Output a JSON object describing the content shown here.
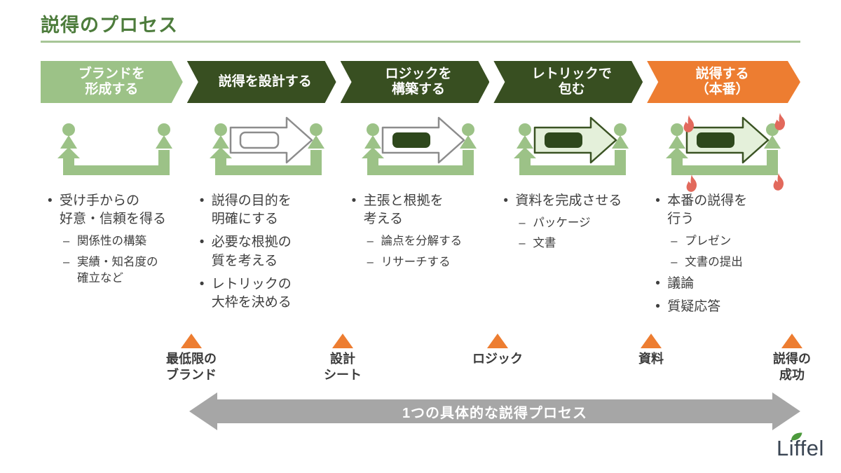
{
  "title": "説得のプロセス",
  "stages": [
    {
      "label": "ブランドを\n形成する",
      "icon": "two-people-feedback-loop-icon",
      "items": [
        {
          "kind": "bullet",
          "text": "受け手からの\n好意・信頼を得る"
        },
        {
          "kind": "dash",
          "text": "関係性の構築"
        },
        {
          "kind": "dash",
          "text": "実績・知名度の\n確立など"
        }
      ]
    },
    {
      "label": "説得を設計する",
      "icon": "empty-sheet-arrow-icon",
      "items": [
        {
          "kind": "bullet",
          "text": "説得の目的を\n明確にする"
        },
        {
          "kind": "bullet",
          "text": "必要な根拠の\n質を考える"
        },
        {
          "kind": "bullet",
          "text": "レトリックの\n大枠を決める"
        }
      ]
    },
    {
      "label": "ロジックを\n構築する",
      "icon": "filled-logic-arrow-icon",
      "items": [
        {
          "kind": "bullet",
          "text": "主張と根拠を\n考える"
        },
        {
          "kind": "dash",
          "text": "論点を分解する"
        },
        {
          "kind": "dash",
          "text": "リサーチする"
        }
      ]
    },
    {
      "label": "レトリックで\n包む",
      "icon": "wrapped-rhetoric-arrow-icon",
      "items": [
        {
          "kind": "bullet",
          "text": "資料を完成させる"
        },
        {
          "kind": "dash",
          "text": "パッケージ"
        },
        {
          "kind": "dash",
          "text": "文書"
        }
      ]
    },
    {
      "label": "説得する\n（本番）",
      "icon": "persuasion-fire-arrow-icon",
      "items": [
        {
          "kind": "bullet",
          "text": "本番の説得を\n行う"
        },
        {
          "kind": "dash",
          "text": "プレゼン"
        },
        {
          "kind": "dash",
          "text": "文書の提出"
        },
        {
          "kind": "bullet",
          "text": "議論"
        },
        {
          "kind": "bullet",
          "text": "質疑応答"
        }
      ]
    }
  ],
  "milestones": [
    {
      "label": "最低限の\nブランド"
    },
    {
      "label": "設計\nシート"
    },
    {
      "label": "ロジック"
    },
    {
      "label": "資料"
    },
    {
      "label": "説得の\n成功"
    }
  ],
  "span_arrow_label": "1つの具体的な説得プロセス",
  "logo": {
    "text": "Liffel"
  },
  "colors": {
    "title_green": "#4D7C3C",
    "divider_green": "#A7C697",
    "chevron_light_green": "#9CC287",
    "chevron_dark_green": "#384F21",
    "chevron_orange": "#ED7D31",
    "icon_people_green": "#9CC287",
    "icon_arrow_outline_gray": "#8C8C8C",
    "icon_fill_dark_green": "#2E481C",
    "icon_fill_pale_green": "#E4F0DA",
    "flame_red": "#E2695C",
    "milestone_triangle_orange": "#ED7D31",
    "span_arrow_gray": "#A6A6A6",
    "body_text": "#3F3F3F",
    "logo_navy": "#3A4553",
    "leaf_green": "#4C9A3C"
  }
}
